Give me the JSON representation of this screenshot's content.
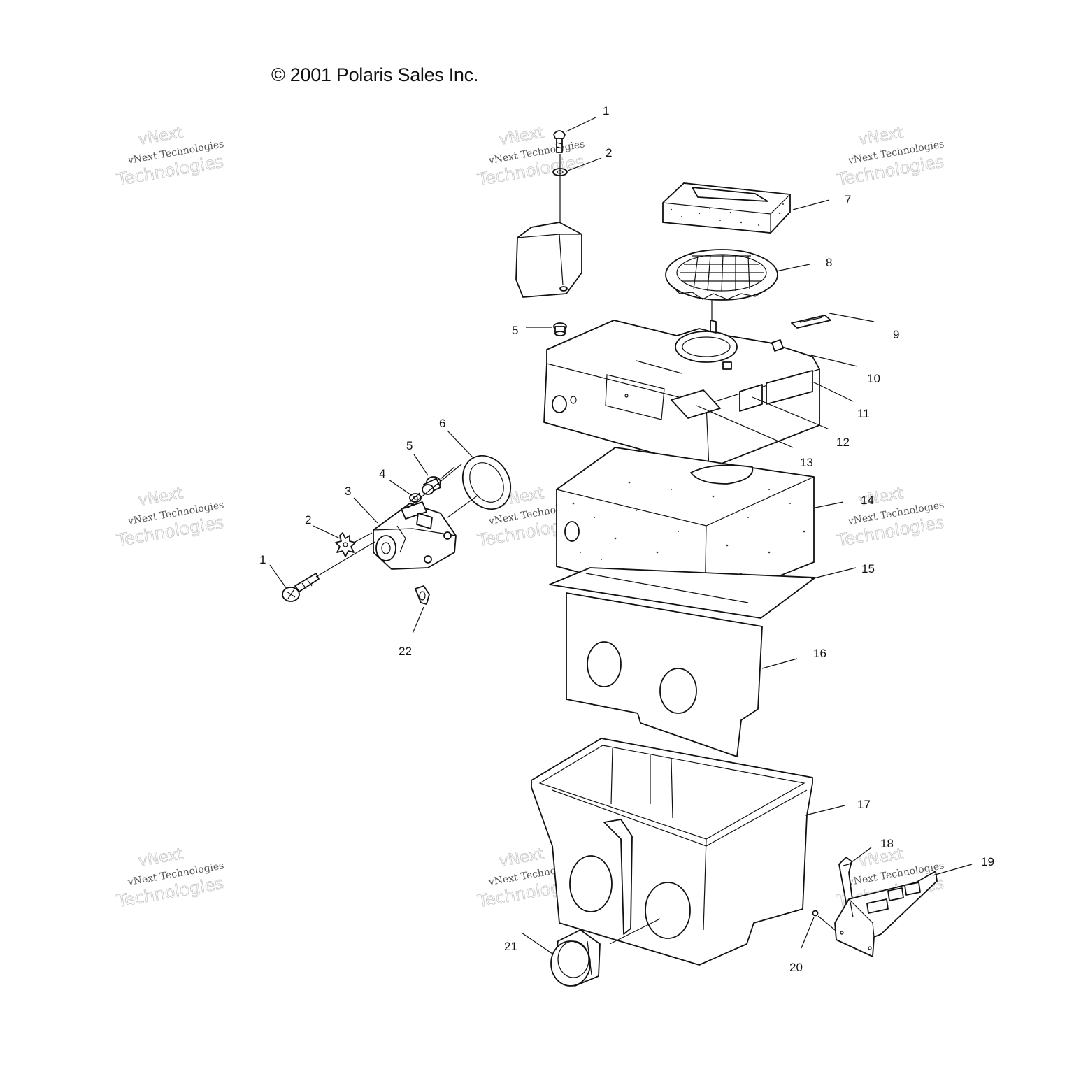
{
  "copyright": "© 2001 Polaris Sales Inc.",
  "watermark": {
    "brand": "vNext",
    "line_small": "vNext Technologies",
    "line_large": "Technologies"
  },
  "callouts": {
    "c1a": "1",
    "c2a": "2",
    "c5a": "5",
    "c7": "7",
    "c8": "8",
    "c9": "9",
    "c10": "10",
    "c11": "11",
    "c12": "12",
    "c13": "13",
    "c6": "6",
    "c5b": "5",
    "c4": "4",
    "c3": "3",
    "c2b": "2",
    "c1b": "1",
    "c22": "22",
    "c14": "14",
    "c15": "15",
    "c16": "16",
    "c17": "17",
    "c18": "18",
    "c19": "19",
    "c20": "20",
    "c21": "21"
  }
}
